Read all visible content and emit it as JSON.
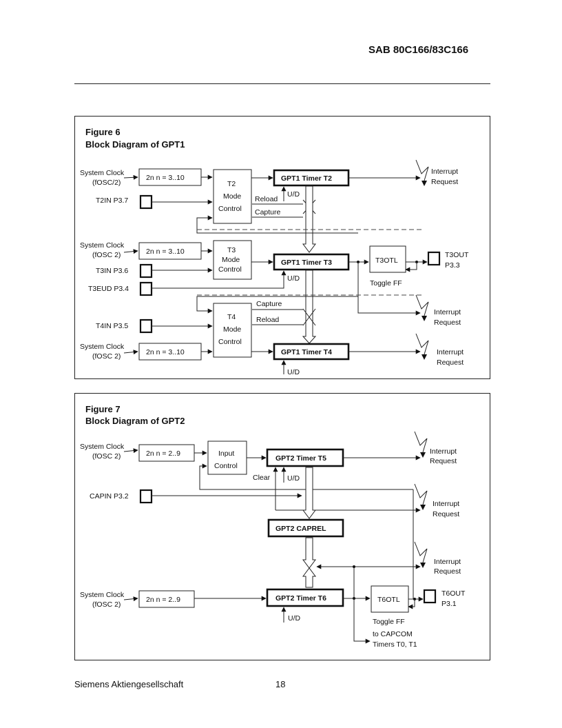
{
  "header": {
    "doc_title": "SAB 80C166/83C166"
  },
  "figure6": {
    "number": "Figure 6",
    "title": "Block Diagram of GPT1",
    "labels": {
      "sysclk1": "System Clock",
      "fosc1": "(fOSC/2)",
      "sysclk2": "System Clock",
      "fosc2": "(fOSC 2)",
      "sysclk3": "System Clock",
      "fosc3": "(fOSC 2)",
      "t2in": "T2IN P3.7",
      "t3in": "T3IN P3.6",
      "t3eud": "T3EUD P3.4",
      "t4in": "T4IN P3.5",
      "pre1": "2n   n = 3..10",
      "pre2": "2n   n = 3..10",
      "pre3": "2n   n = 3..10",
      "t2mode_l1": "T2",
      "t2mode_l2": "Mode",
      "t2mode_l3": "Control",
      "t3mode_l1": "T3",
      "t3mode_l2": "Mode",
      "t3mode_l3": "Control",
      "t4mode_l1": "T4",
      "t4mode_l2": "Mode",
      "t4mode_l3": "Control",
      "timer_t2": "GPT1 Timer T2",
      "timer_t3": "GPT1 Timer T3",
      "timer_t4": "GPT1 Timer T4",
      "reload1": "Reload",
      "capture1": "Capture",
      "capture2": "Capture",
      "reload2": "Reload",
      "ud1": "U/D",
      "ud2": "U/D",
      "ud3": "U/D",
      "t3otl": "T3OTL",
      "toggle_ff": "Toggle FF",
      "t3out_l1": "T3OUT",
      "t3out_l2": "P3.3",
      "irq1_l1": "Interrupt",
      "irq1_l2": "Request",
      "irq2_l1": "Interrupt",
      "irq2_l2": "Request",
      "irq3_l1": "Interrupt",
      "irq3_l2": "Request"
    }
  },
  "figure7": {
    "number": "Figure 7",
    "title": "Block Diagram of GPT2",
    "labels": {
      "sysclk1": "System Clock",
      "fosc1": "(fOSC 2)",
      "sysclk2": "System Clock",
      "fosc2": "(fOSC 2)",
      "capin": "CAPIN P3.2",
      "pre1": "2n   n = 2..9",
      "pre2": "2n   n = 2..9",
      "input_l1": "Input",
      "input_l2": "Control",
      "timer_t5": "GPT2 Timer T5",
      "capreL": "GPT2 CAPREL",
      "timer_t6": "GPT2 Timer T6",
      "clear": "Clear",
      "ud1": "U/D",
      "ud2": "U/D",
      "t6otl": "T6OTL",
      "toggle_ff": "Toggle FF",
      "t6out_l1": "T6OUT",
      "t6out_l2": "P3.1",
      "capcom_l1": "to CAPCOM",
      "capcom_l2": "Timers T0, T1",
      "irq1_l1": "Interrupt",
      "irq1_l2": "Request",
      "irq2_l1": "Interrupt",
      "irq2_l2": "Request",
      "irq3_l1": "Interrupt",
      "irq3_l2": "Request"
    }
  },
  "footer": {
    "company": "Siemens Aktiengesellschaft",
    "page_number": "18"
  }
}
